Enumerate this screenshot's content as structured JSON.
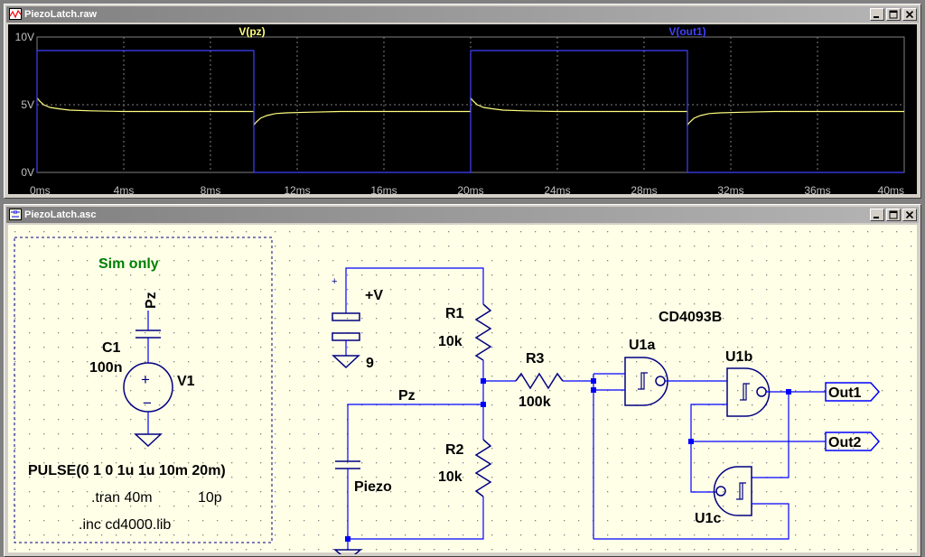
{
  "waveform_window": {
    "title": "PiezoLatch.raw",
    "chart_data": {
      "type": "line",
      "x_unit": "ms",
      "xlim": [
        0,
        40
      ],
      "ylim": [
        0,
        10
      ],
      "x_ticks": [
        "0ms",
        "4ms",
        "8ms",
        "12ms",
        "16ms",
        "20ms",
        "24ms",
        "28ms",
        "32ms",
        "36ms",
        "40ms"
      ],
      "y_ticks": [
        "0V",
        "5V",
        "10V"
      ],
      "grid": true,
      "series": [
        {
          "name": "V(pz)",
          "color": "#ffff80",
          "points": [
            [
              0,
              5.5
            ],
            [
              0.1,
              5.3
            ],
            [
              0.3,
              5.0
            ],
            [
              0.6,
              4.8
            ],
            [
              1,
              4.7
            ],
            [
              1.5,
              4.6
            ],
            [
              2.5,
              4.55
            ],
            [
              4,
              4.5
            ],
            [
              10,
              4.5
            ],
            [
              10.001,
              3.5
            ],
            [
              10.1,
              3.7
            ],
            [
              10.3,
              4.0
            ],
            [
              10.6,
              4.2
            ],
            [
              11,
              4.35
            ],
            [
              11.5,
              4.4
            ],
            [
              12.5,
              4.45
            ],
            [
              14,
              4.5
            ],
            [
              20,
              4.5
            ],
            [
              20.001,
              5.5
            ],
            [
              20.1,
              5.3
            ],
            [
              20.3,
              5.0
            ],
            [
              20.6,
              4.8
            ],
            [
              21,
              4.7
            ],
            [
              21.5,
              4.6
            ],
            [
              22.5,
              4.55
            ],
            [
              24,
              4.5
            ],
            [
              30,
              4.5
            ],
            [
              30.001,
              3.5
            ],
            [
              30.1,
              3.7
            ],
            [
              30.3,
              4.0
            ],
            [
              30.6,
              4.2
            ],
            [
              31,
              4.35
            ],
            [
              31.5,
              4.4
            ],
            [
              32.5,
              4.45
            ],
            [
              34,
              4.5
            ],
            [
              40,
              4.5
            ]
          ]
        },
        {
          "name": "V(out1)",
          "color": "#4040ff",
          "points": [
            [
              0,
              0
            ],
            [
              0.001,
              9
            ],
            [
              10,
              9
            ],
            [
              10.001,
              0
            ],
            [
              20,
              0
            ],
            [
              20.001,
              9
            ],
            [
              30,
              9
            ],
            [
              30.001,
              0
            ],
            [
              40,
              0
            ]
          ]
        }
      ]
    }
  },
  "schematic_window": {
    "title": "PiezoLatch.asc",
    "labels": {
      "sim_only": "Sim only",
      "pz_v1": "Pz",
      "c1": "C1",
      "c1_value": "100n",
      "v1": "V1",
      "plus": "+",
      "v1_plus": "+",
      "v1_minus": "−",
      "pulse": "PULSE(0 1 0 1u 1u 10m 20m)",
      "tran": ".tran 40m",
      "tran_step": "10p",
      "inc": ".inc cd4000.lib",
      "supply": "+V",
      "supply_value": "9",
      "r1": "R1",
      "r1_value": "10k",
      "r2": "R2",
      "r2_value": "10k",
      "r3": "R3",
      "r3_value": "100k",
      "pz": "Pz",
      "piezo": "Piezo",
      "chip": "CD4093B",
      "u1a": "U1a",
      "u1b": "U1b",
      "u1c": "U1c",
      "out1": "Out1",
      "out2": "Out2"
    }
  },
  "colors": {
    "wire": "#0000ff",
    "component": "#000080",
    "text": "#000000",
    "sim_only_text": "#008000",
    "junction": "#0000ff",
    "plot_grid": "#808080",
    "plot_axis_text": "#c0c0c0"
  }
}
